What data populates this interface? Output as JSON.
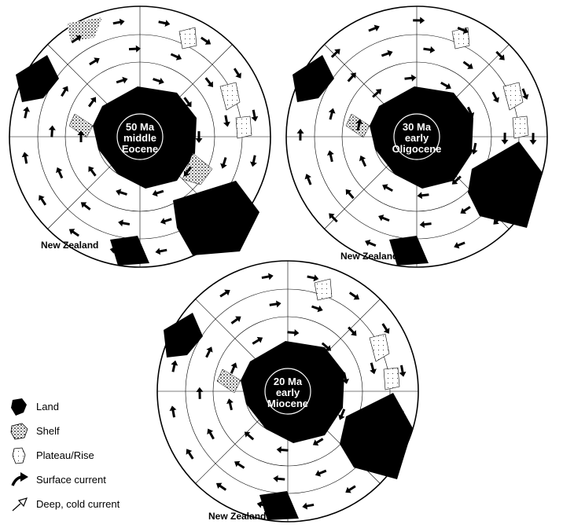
{
  "maps": [
    {
      "age": "50 Ma",
      "epoch_line1": "middle",
      "epoch_line2": "Eocene",
      "place_label": "New Zealand"
    },
    {
      "age": "30 Ma",
      "epoch_line1": "early",
      "epoch_line2": "Oligocene",
      "place_label": "New Zealand"
    },
    {
      "age": "20 Ma",
      "epoch_line1": "early",
      "epoch_line2": "Miocene",
      "place_label": "New Zealand"
    }
  ],
  "legend": [
    {
      "icon": "land-icon",
      "label": "Land"
    },
    {
      "icon": "shelf-icon",
      "label": "Shelf"
    },
    {
      "icon": "plateau-rise-icon",
      "label": "Plateau/Rise"
    },
    {
      "icon": "surface-current-arrow-icon",
      "label": "Surface current"
    },
    {
      "icon": "deep-cold-current-arrow-icon",
      "label": "Deep, cold current"
    }
  ],
  "colors": {
    "land": "#000000",
    "shelf": "#9a9a9a",
    "plateau": "#e6e6e6",
    "ocean": "#ffffff",
    "ink": "#000000"
  }
}
